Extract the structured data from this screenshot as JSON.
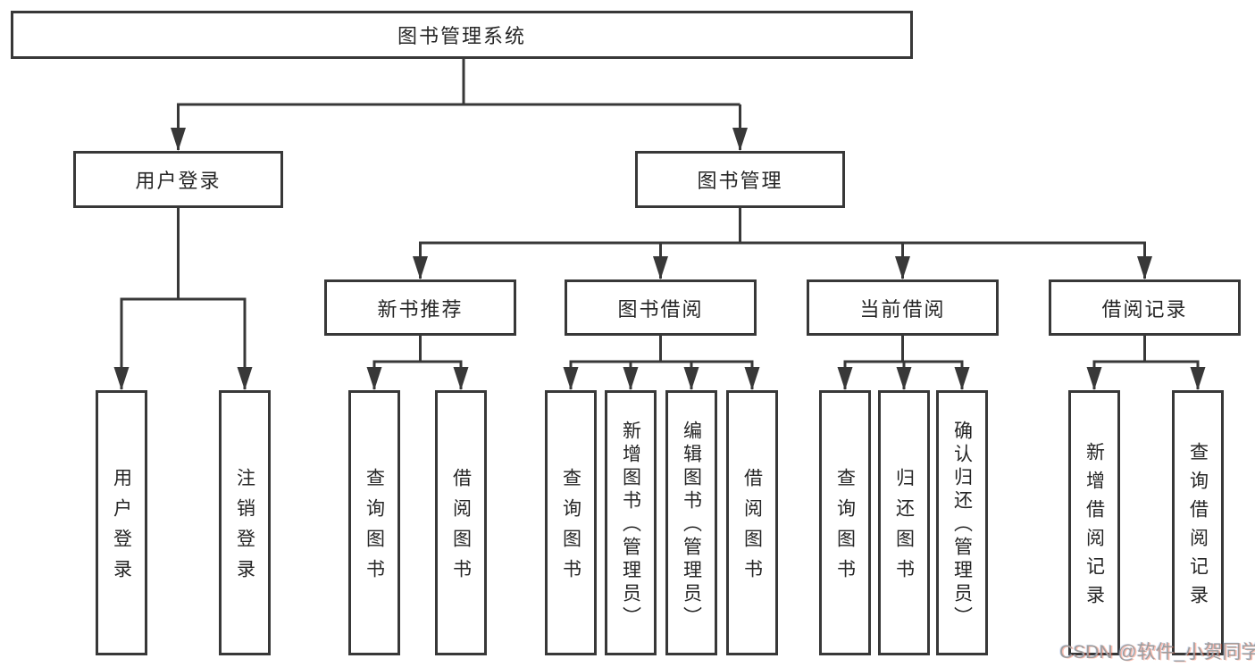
{
  "nodes": {
    "root": "图书管理系统",
    "user_login": "用户登录",
    "book_mgmt": "图书管理",
    "new_book": "新书推荐",
    "book_borrow": "图书借阅",
    "current_borrow": "当前借阅",
    "borrow_record": "借阅记录"
  },
  "leaves": {
    "user_login": [
      "用户登录",
      "注销登录"
    ],
    "new_book": [
      "查询图书",
      "借阅图书"
    ],
    "book_borrow": [
      "查询图书",
      "新增图书（管理员）",
      "编辑图书（管理员）",
      "借阅图书"
    ],
    "current_borrow": [
      "查询图书",
      "归还图书",
      "确认归还（管理员）"
    ],
    "borrow_record": [
      "新增借阅记录",
      "查询借阅记录"
    ]
  },
  "watermark": "CSDN @软件_小贺同学",
  "colors": {
    "line": "#383838",
    "text": "#262626",
    "background": "#ffffff",
    "watermark_gray": "#9e9e9e",
    "watermark_accent": "#fc5531"
  }
}
